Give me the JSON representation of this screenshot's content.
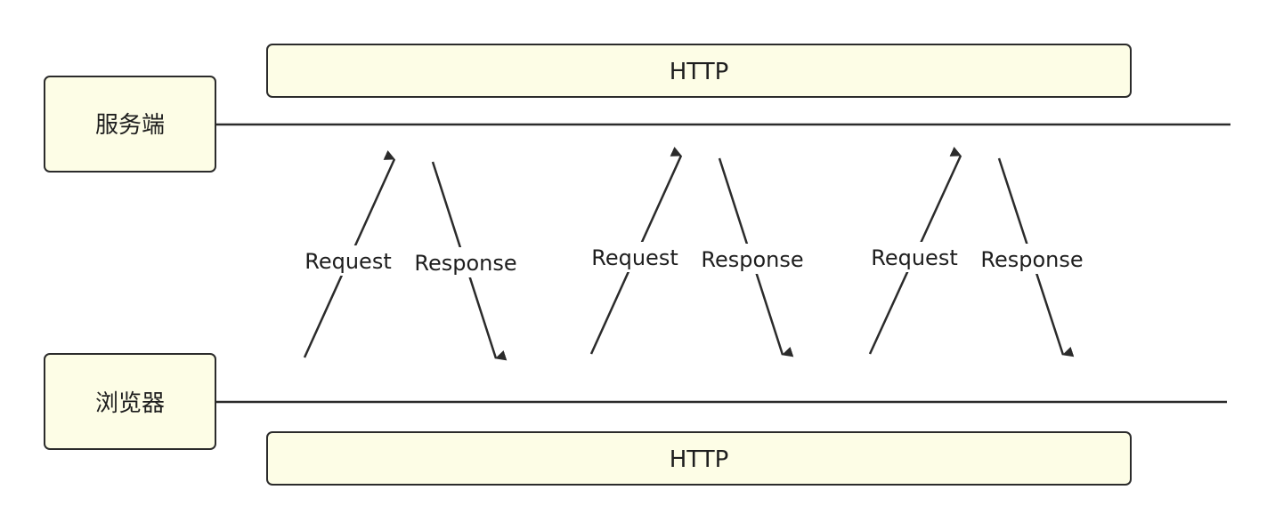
{
  "server": {
    "label": "服务端",
    "protocol": "HTTP"
  },
  "browser": {
    "label": "浏览器",
    "protocol": "HTTP"
  },
  "exchanges": [
    {
      "request_label": "Request",
      "response_label": "Response"
    },
    {
      "request_label": "Request",
      "response_label": "Response"
    },
    {
      "request_label": "Request",
      "response_label": "Response"
    }
  ]
}
